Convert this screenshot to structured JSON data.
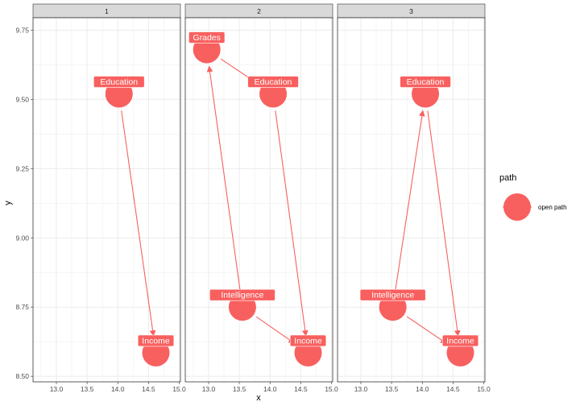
{
  "chart_data": {
    "type": "scatter",
    "xlabel": "x",
    "ylabel": "y",
    "xlim": [
      12.62,
      15.02
    ],
    "ylim": [
      8.48,
      9.795
    ],
    "x_ticks": [
      "13.0",
      "13.5",
      "14.0",
      "14.5",
      "15.0"
    ],
    "x_tick_values": [
      13.0,
      13.5,
      14.0,
      14.5,
      15.0
    ],
    "y_ticks": [
      "8.50",
      "8.75",
      "9.00",
      "9.25",
      "9.50",
      "9.75"
    ],
    "y_tick_values": [
      8.5,
      8.75,
      9.0,
      9.25,
      9.5,
      9.75
    ],
    "grid": true,
    "legend": {
      "title": "path",
      "entries": [
        "open path"
      ],
      "placement": "right"
    },
    "colors": {
      "node": "#f8605f",
      "strip": "#d9d9d9",
      "grid": "#ebebeb",
      "panel_border": "#333333"
    },
    "panels": [
      {
        "strip": "1",
        "nodes": [
          {
            "name": "Education",
            "x": 14.02,
            "y": 9.52
          },
          {
            "name": "Income",
            "x": 14.62,
            "y": 8.585
          }
        ],
        "edges": [
          {
            "from": "Education",
            "to": "Income"
          }
        ]
      },
      {
        "strip": "2",
        "nodes": [
          {
            "name": "Grades",
            "x": 12.97,
            "y": 9.68
          },
          {
            "name": "Education",
            "x": 14.05,
            "y": 9.52
          },
          {
            "name": "Intelligence",
            "x": 13.55,
            "y": 8.75
          },
          {
            "name": "Income",
            "x": 14.62,
            "y": 8.585
          }
        ],
        "edges": [
          {
            "from": "Grades",
            "to": "Education"
          },
          {
            "from": "Education",
            "to": "Income"
          },
          {
            "from": "Intelligence",
            "to": "Grades"
          },
          {
            "from": "Intelligence",
            "to": "Income"
          }
        ]
      },
      {
        "strip": "3",
        "nodes": [
          {
            "name": "Education",
            "x": 14.05,
            "y": 9.52
          },
          {
            "name": "Intelligence",
            "x": 13.52,
            "y": 8.75
          },
          {
            "name": "Income",
            "x": 14.62,
            "y": 8.585
          }
        ],
        "edges": [
          {
            "from": "Intelligence",
            "to": "Education"
          },
          {
            "from": "Education",
            "to": "Income"
          },
          {
            "from": "Intelligence",
            "to": "Income"
          }
        ]
      }
    ]
  }
}
